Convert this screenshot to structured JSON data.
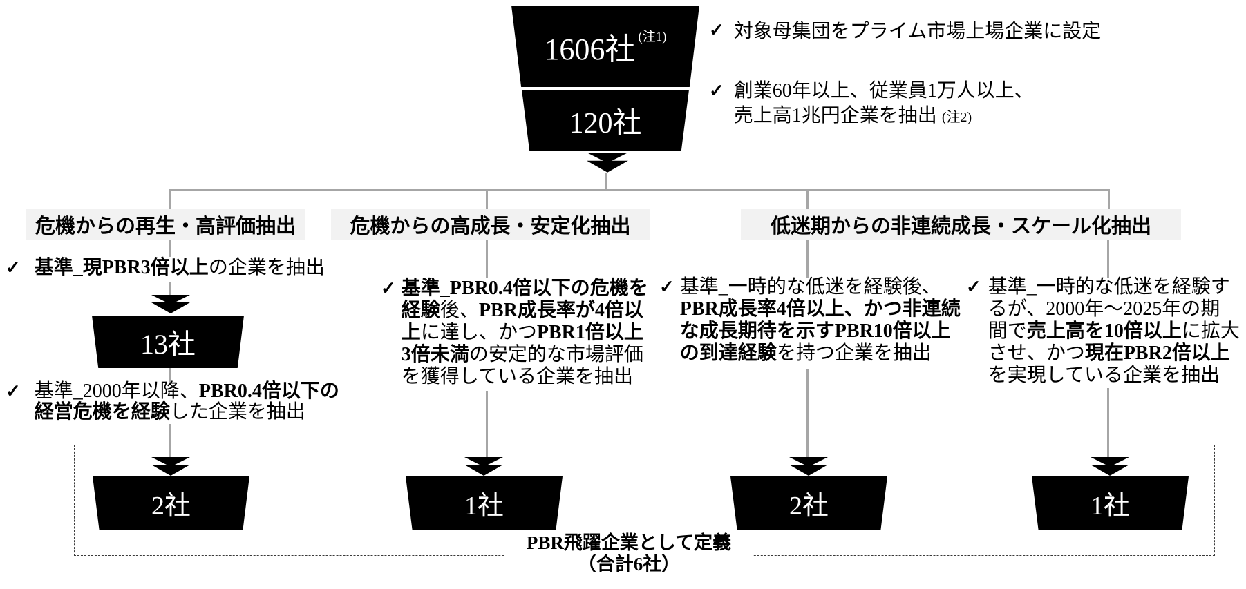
{
  "diagram": {
    "checkmark": "✓",
    "colors": {
      "shape": "#000000",
      "line": "#a6a6a6",
      "header_bg": "#f2f2f2"
    },
    "funnel": {
      "stage1_label": "1606社",
      "stage1_note": "(注1)",
      "stage2_label": "120社"
    },
    "funnel_notes": {
      "note1": {
        "segments": [
          {
            "t": "対象母集団をプライム市場上場企業に設定"
          }
        ]
      },
      "note2": {
        "segments": [
          {
            "t": "創業60年以上、従業員1万人以上、\n売上高1兆円企業を抽出 "
          },
          {
            "t": "(注2)",
            "small": true
          }
        ]
      }
    },
    "headers": {
      "branch1": "危機からの再生・高評価抽出",
      "branch2": "危機からの高成長・安定化抽出",
      "branch3": "低迷期からの非連続成長・スケール化抽出"
    },
    "criteria": {
      "c1a": {
        "segments": [
          {
            "t": "基準_現PBR3倍以上",
            "b": true
          },
          {
            "t": "の企業を抽出"
          }
        ]
      },
      "c1b": {
        "segments": [
          {
            "t": "基準_2000年以降、"
          },
          {
            "t": "PBR0.4倍以下の\n経営危機を経験",
            "b": true
          },
          {
            "t": "した企業を抽出"
          }
        ]
      },
      "c2": {
        "segments": [
          {
            "t": "基準_PBR0.4倍以下の危機を\n経験",
            "b": true
          },
          {
            "t": "後、"
          },
          {
            "t": "PBR成長率が4倍以\n上",
            "b": true
          },
          {
            "t": "に達し、かつ"
          },
          {
            "t": "PBR1倍以上\n3倍未満",
            "b": true
          },
          {
            "t": "の安定的な市場評価\nを獲得している企業を抽出"
          }
        ]
      },
      "c3": {
        "segments": [
          {
            "t": "基準_一時的な低迷を経験後、\n"
          },
          {
            "t": "PBR成長率4倍以上、かつ非連続\nな成長期待を示すPBR10倍以上\nの到達経験",
            "b": true
          },
          {
            "t": "を持つ企業を抽出"
          }
        ]
      },
      "c4": {
        "segments": [
          {
            "t": "基準_一時的な低迷を経験す\nるが、2000年～2025年の期\n間で"
          },
          {
            "t": "売上高を10倍以上",
            "b": true
          },
          {
            "t": "に拡大\nさせ、かつ"
          },
          {
            "t": "現在PBR2倍以上",
            "b": true
          },
          {
            "t": "\nを実現している企業を抽出"
          }
        ]
      }
    },
    "nodes": {
      "mid1": "13社",
      "bottom1": "2社",
      "bottom2": "1社",
      "bottom3": "2社",
      "bottom4": "1社"
    },
    "footer": {
      "line1": "PBR飛躍企業として定義",
      "line2": "（合計6社）"
    }
  }
}
